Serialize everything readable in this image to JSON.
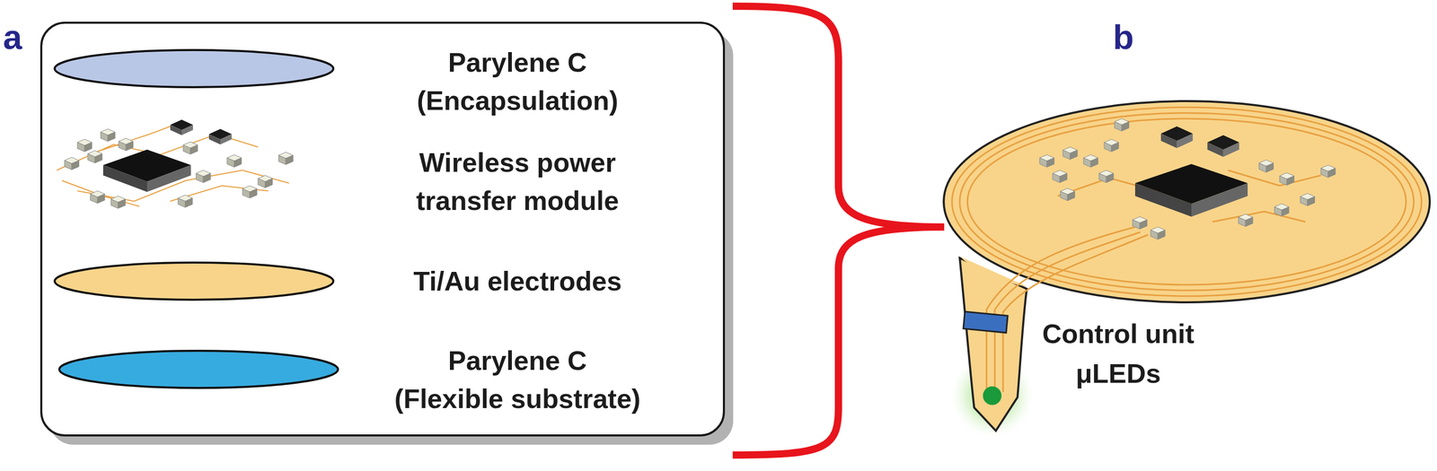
{
  "diagram": {
    "nodes": [
      {
        "text": [
          "Parylene C",
          "(Encapsulation)"
        ]
      },
      {
        "text": [
          "Wireless power transfer module"
        ]
      },
      {
        "text": [
          "Ti/Au electrodes"
        ]
      },
      {
        "text": [
          "Parylene C",
          "(Flexible substrate)"
        ]
      }
    ],
    "labels": [
      "a",
      "b",
      "Control unit",
      "μLEDs"
    ]
  }
}
